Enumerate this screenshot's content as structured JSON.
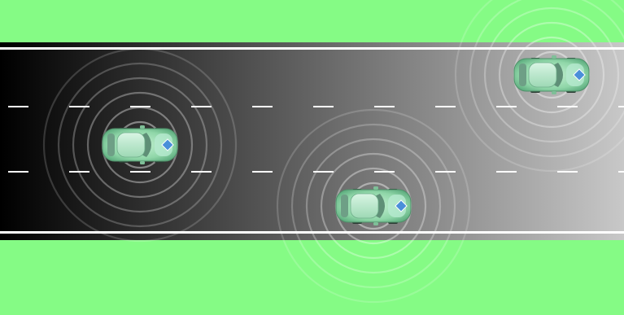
{
  "scene": {
    "colors": {
      "grass": "#85fb85",
      "road_dark": "#000000",
      "road_light": "#c8c8c8",
      "lane_marking": "#ffffff",
      "car_body": "#8fd6a8",
      "car_badge": "#4a8fd9",
      "signal_ring": "#ffffff"
    },
    "road": {
      "lanes": 3,
      "lane_divider_style": "dashed"
    },
    "vehicles": [
      {
        "id": "car-left",
        "lane": 2,
        "facing": "right",
        "icon": "car-icon",
        "signal_icon": "wireless-signal-icon"
      },
      {
        "id": "car-middle",
        "lane": 3,
        "facing": "right",
        "icon": "car-icon",
        "signal_icon": "wireless-signal-icon"
      },
      {
        "id": "car-right",
        "lane": 1,
        "facing": "right",
        "icon": "car-icon",
        "signal_icon": "wireless-signal-icon"
      }
    ]
  }
}
